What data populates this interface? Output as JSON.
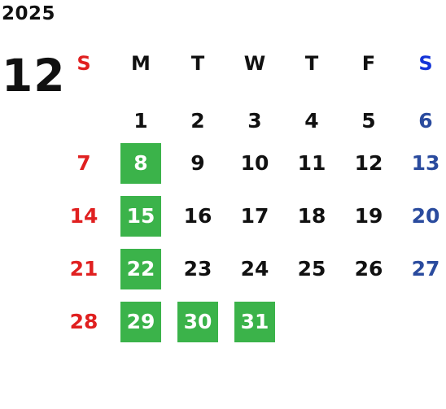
{
  "calendar": {
    "year": "2025",
    "month": "12",
    "weekdays": [
      "S",
      "M",
      "T",
      "W",
      "T",
      "F",
      "S"
    ],
    "weeks": [
      [
        "",
        "1",
        "2",
        "3",
        "4",
        "5",
        "6"
      ],
      [
        "7",
        "8",
        "9",
        "10",
        "11",
        "12",
        "13"
      ],
      [
        "14",
        "15",
        "16",
        "17",
        "18",
        "19",
        "20"
      ],
      [
        "21",
        "22",
        "23",
        "24",
        "25",
        "26",
        "27"
      ],
      [
        "28",
        "29",
        "30",
        "31",
        "",
        "",
        ""
      ]
    ],
    "highlighted_days": [
      "8",
      "15",
      "22",
      "29",
      "30",
      "31"
    ]
  },
  "colors": {
    "sunday": "#e02020",
    "saturday": "#2a4b9e",
    "saturday_header": "#1434d8",
    "highlight": "#3bb34a",
    "text": "#111111"
  }
}
